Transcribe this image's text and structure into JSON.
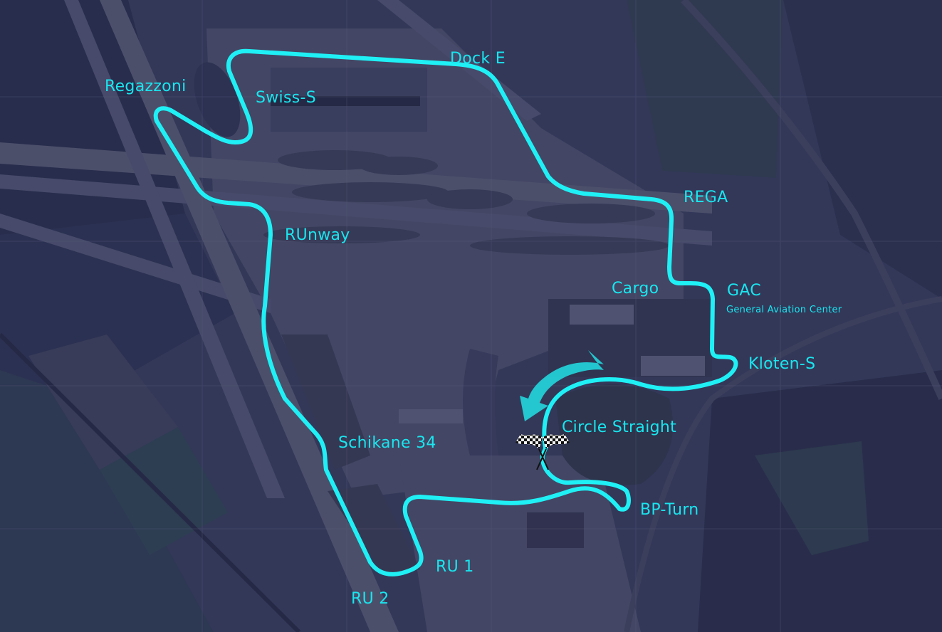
{
  "map": {
    "type": "satellite-track-overlay",
    "tint_color": "#2e3358",
    "track_color": "#1ff0f5",
    "arrow_color": "#22d6dc",
    "grid_lines": {
      "x": [
        284,
        487,
        690,
        893,
        1096
      ],
      "y": [
        136,
        339,
        542,
        743
      ]
    }
  },
  "labels": {
    "regazzoni": "Regazzoni",
    "swiss_s": "Swiss-S",
    "dock_e": "Dock E",
    "rega": "REGA",
    "runway": "RUnway",
    "cargo": "Cargo",
    "gac": "GAC",
    "gac_sub": "General Aviation Center",
    "kloten_s": "Kloten-S",
    "circle_straight": "Circle Straight",
    "schikane_34": "Schikane 34",
    "bp_turn": "BP-Turn",
    "ru1": "RU 1",
    "ru2": "RU 2"
  },
  "icons": {
    "start_finish": "checkered-flags-icon",
    "direction": "curved-arrow-icon"
  }
}
